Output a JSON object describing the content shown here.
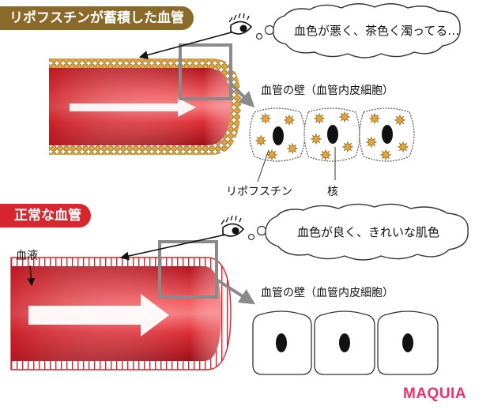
{
  "top": {
    "title": "リポフスチンが蓄積した血管",
    "thought": "血色が悪く、茶色く濁ってる…",
    "wall_label": "血管の壁（血管内皮細胞）",
    "label_lipofuscin": "リポフスチン",
    "label_nucleus": "核"
  },
  "bottom": {
    "title": "正常な血管",
    "thought": "血色が良く、きれいな肌色",
    "wall_label": "血管の壁（血管内皮細胞）",
    "label_blood": "血液"
  },
  "brand": "MAQUIA",
  "colors": {
    "top_badge": "#8a6a2b",
    "bottom_badge": "#d8262e",
    "vessel_red": "#d8262e",
    "lipofuscin": "#e1a53a",
    "brand": "#e8336e"
  }
}
